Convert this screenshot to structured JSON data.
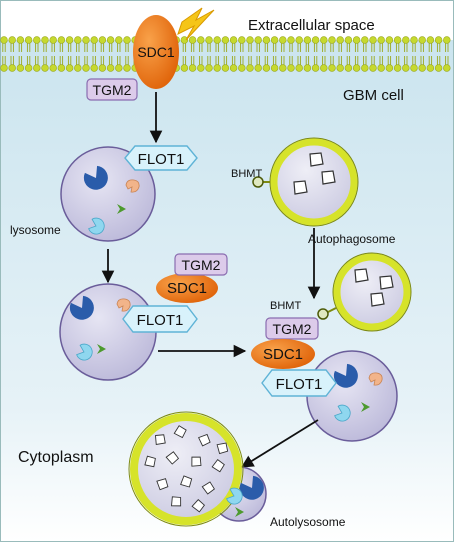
{
  "labels": {
    "extracellular": "Extracellular space",
    "gbm_cell": "GBM cell",
    "cytoplasm": "Cytoplasm",
    "lysosome": "lysosome",
    "autophagosome": "Autophagosome",
    "autolysosome": "Autolysosome"
  },
  "proteins": {
    "sdc1": "SDC1",
    "tgm2": "TGM2",
    "flot1": "FLOT1",
    "bhmt": "BHMT"
  },
  "colors": {
    "background_top": "#c8e3ee",
    "background_bottom": "#ffffff",
    "membrane_head": "#c6d92e",
    "membrane_tail": "#9aa81e",
    "sdc1": "#f07c18",
    "sdc1_dark": "#e0640a",
    "tgm2_fill": "#dccbea",
    "tgm2_border": "#8a6db0",
    "flot1_fill": "#d8f2fb",
    "flot1_border": "#5fb3d6",
    "lysosome_fill": "#c9c8e2",
    "lysosome_border": "#6a5d9a",
    "autophagosome_ring": "#d6e32a",
    "autophagosome_border": "#7d8a10",
    "lightning": "#f5c518"
  },
  "icons": [
    "lightning-bolt-icon",
    "pacman-enzyme-icon",
    "arrow-chevron-icon",
    "cargo-fragment-icon"
  ]
}
